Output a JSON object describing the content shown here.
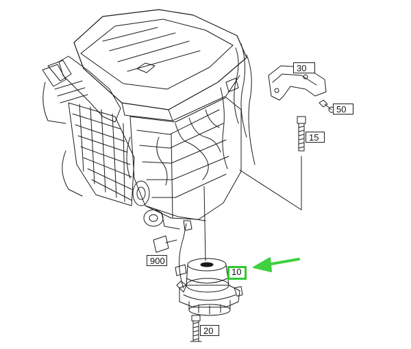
{
  "diagram": {
    "callouts": {
      "c30": "30",
      "c50": "50",
      "c15": "15",
      "c900": "900",
      "c10": "10",
      "c20": "20"
    },
    "colors": {
      "line": "#1a1a1a",
      "highlight": "#2ec82e",
      "arrow": "#3fd13f",
      "background": "#ffffff"
    }
  }
}
